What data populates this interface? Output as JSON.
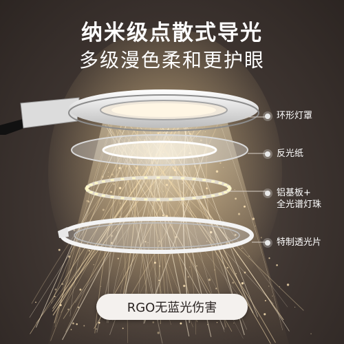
{
  "headline": {
    "line1": "纳米级点散式导光",
    "line2": "多级漫色柔和更护眼"
  },
  "layers": [
    {
      "label": "环形灯罩"
    },
    {
      "label": "反光纸"
    },
    {
      "label": "铝基板+\n全光谱灯珠"
    },
    {
      "label": "特制透光片"
    }
  ],
  "badge": {
    "text": "RGO无蓝光伤害"
  },
  "colors": {
    "background": "#3d3430",
    "light": "#f2d7a8",
    "ring": "#f1f1f1"
  },
  "icons": {
    "lamp_arm": "lamp-arm-icon"
  }
}
